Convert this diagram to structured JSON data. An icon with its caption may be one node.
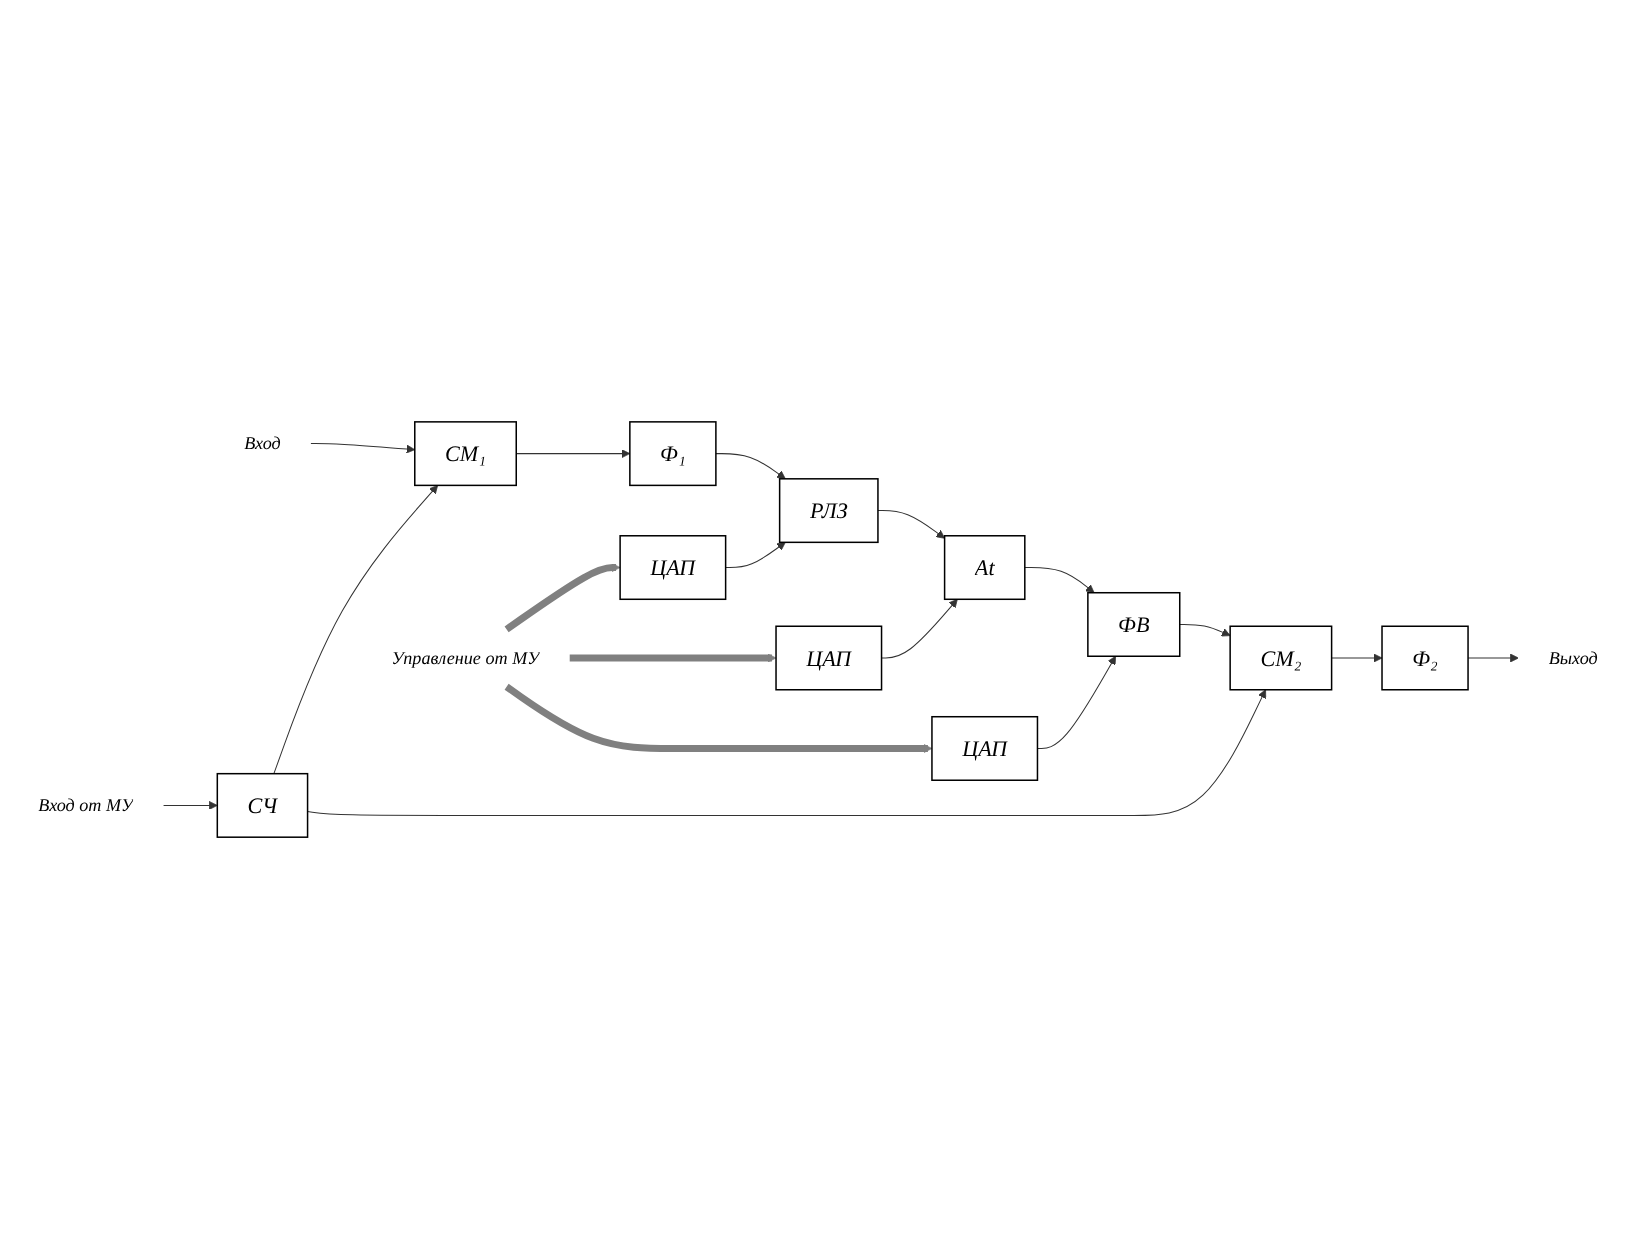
{
  "diagram": {
    "nodes": [
      {
        "text": [
          "Вход"
        ]
      },
      {
        "text": [
          "СЧ"
        ]
      },
      {
        "text": [
          "Вход от МУ"
        ]
      },
      {
        "text": [
          "СМ₁"
        ]
      },
      {
        "text": [
          "Ф₁"
        ]
      },
      {
        "text": [
          "РЛЗ"
        ]
      },
      {
        "text": [
          "At"
        ]
      },
      {
        "text": [
          "ФВ"
        ]
      },
      {
        "text": [
          "СМ₂"
        ]
      },
      {
        "text": [
          "ЦАП"
        ]
      },
      {
        "text": [
          "ЦАП"
        ]
      },
      {
        "text": [
          "ЦАП"
        ]
      },
      {
        "text": [
          "Ф₂"
        ]
      },
      {
        "text": [
          "Управление от МУ"
        ]
      },
      {
        "text": [
          "Выход"
        ]
      }
    ],
    "edges": [
      {
        "from": 0,
        "to": 3,
        "arrow": "to"
      },
      {
        "from": 2,
        "to": 1,
        "arrow": "to"
      },
      {
        "from": 1,
        "to": 3,
        "arrow": "to"
      },
      {
        "from": 1,
        "to": 8,
        "arrow": "to"
      },
      {
        "from": 3,
        "to": 4,
        "arrow": "to"
      },
      {
        "from": 4,
        "to": 5,
        "arrow": "to"
      },
      {
        "from": 5,
        "to": 6,
        "arrow": "to"
      },
      {
        "from": 6,
        "to": 7,
        "arrow": "to"
      },
      {
        "from": 7,
        "to": 8,
        "arrow": "to"
      },
      {
        "from": 9,
        "to": 5,
        "arrow": "to"
      },
      {
        "from": 10,
        "to": 6,
        "arrow": "to"
      },
      {
        "from": 11,
        "to": 7,
        "arrow": "to"
      },
      {
        "from": 8,
        "to": 12,
        "arrow": "to"
      },
      {
        "from": 12,
        "to": 14,
        "arrow": "to"
      },
      {
        "from": 13,
        "to": 9,
        "arrow": "to",
        "style": "thick",
        "color": "#808080"
      },
      {
        "from": 13,
        "to": 10,
        "arrow": "to",
        "style": "thick",
        "color": "#808080"
      },
      {
        "from": 13,
        "to": 11,
        "arrow": "to",
        "style": "thick",
        "color": "#808080"
      }
    ]
  }
}
